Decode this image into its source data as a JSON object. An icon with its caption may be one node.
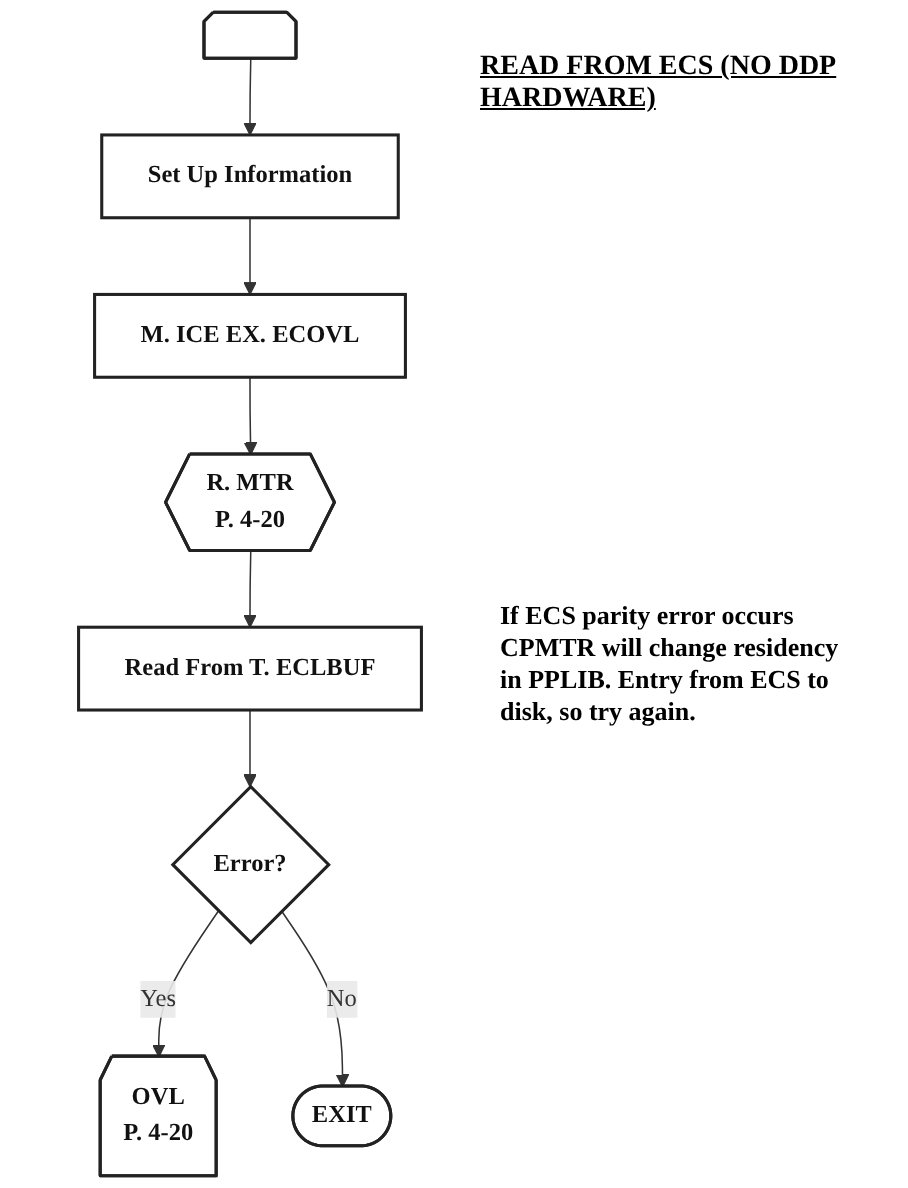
{
  "diagram": {
    "title": "READ FROM ECS (NO DDP HARDWARE)",
    "nodes": [
      {
        "text": [],
        "shape": "pentagon"
      },
      {
        "text": [
          "Set Up Information"
        ]
      },
      {
        "text": [
          "M. ICE EX. ECOVL"
        ]
      },
      {
        "text": [
          "R. MTR",
          "P. 4-20"
        ]
      },
      {
        "text": [
          "Read From T. ECLBUF"
        ]
      },
      {
        "text": [
          "Error?"
        ]
      },
      {
        "text": [
          "OVL",
          "P. 4-20"
        ]
      },
      {
        "text": [
          "EXIT"
        ]
      }
    ],
    "edges": [
      {
        "from": 0,
        "to": 1,
        "arrow": "to"
      },
      {
        "from": 1,
        "to": 2,
        "arrow": "to"
      },
      {
        "from": 2,
        "to": 3,
        "arrow": "to"
      },
      {
        "from": 3,
        "to": 4,
        "arrow": "to"
      },
      {
        "from": 4,
        "to": 5,
        "arrow": "to"
      },
      {
        "from": 5,
        "to": 6,
        "label": "Yes",
        "arrow": "to"
      },
      {
        "from": 5,
        "to": 7,
        "label": "No",
        "arrow": "to"
      }
    ],
    "labels": [
      "If ECS parity error occurs CPMTR will change residency in PPLIB. Entry from ECS to disk, so try again."
    ]
  }
}
